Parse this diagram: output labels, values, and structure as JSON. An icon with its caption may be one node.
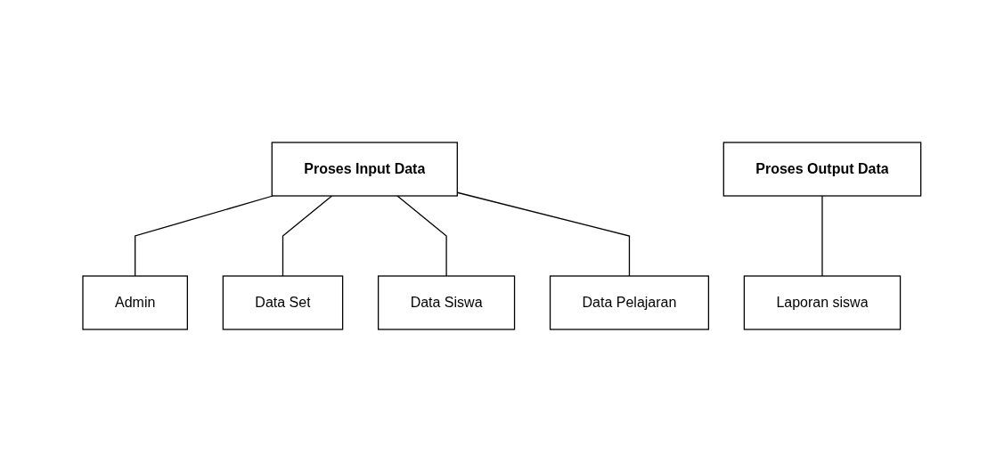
{
  "diagram": {
    "nodes": [
      {
        "text": [
          "Proses Input Data"
        ]
      },
      {
        "text": [
          "Admin"
        ]
      },
      {
        "text": [
          "Data Set"
        ]
      },
      {
        "text": [
          "Data Siswa"
        ]
      },
      {
        "text": [
          "Data Pelajaran"
        ]
      },
      {
        "text": [
          "Proses Output Data"
        ]
      },
      {
        "text": [
          "Laporan siswa"
        ]
      }
    ],
    "edges": [
      {
        "from": 0,
        "to": 1,
        "arrow": "none"
      },
      {
        "from": 0,
        "to": 2,
        "arrow": "none"
      },
      {
        "from": 0,
        "to": 3,
        "arrow": "none"
      },
      {
        "from": 0,
        "to": 4,
        "arrow": "none"
      },
      {
        "from": 5,
        "to": 6,
        "arrow": "none"
      }
    ]
  }
}
